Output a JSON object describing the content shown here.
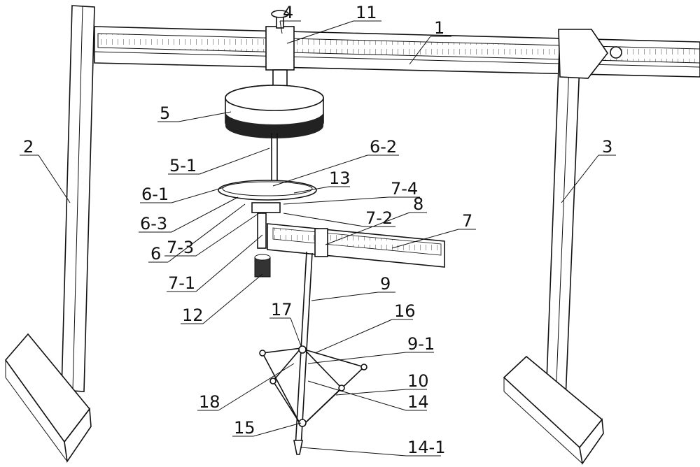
{
  "figure": {
    "labels": {
      "l1": "1",
      "l2": "2",
      "l3": "3",
      "l4": "4",
      "l5": "5",
      "l5_1": "5-1",
      "l6": "6",
      "l6_1": "6-1",
      "l6_2": "6-2",
      "l6_3": "6-3",
      "l7": "7",
      "l7_1": "7-1",
      "l7_2": "7-2",
      "l7_3": "7-3",
      "l7_4": "7-4",
      "l8": "8",
      "l9": "9",
      "l9_1": "9-1",
      "l10": "10",
      "l11": "11",
      "l12": "12",
      "l13": "13",
      "l14": "14",
      "l14_1": "14-1",
      "l15": "15",
      "l16": "16",
      "l17": "17",
      "l18": "18"
    }
  }
}
